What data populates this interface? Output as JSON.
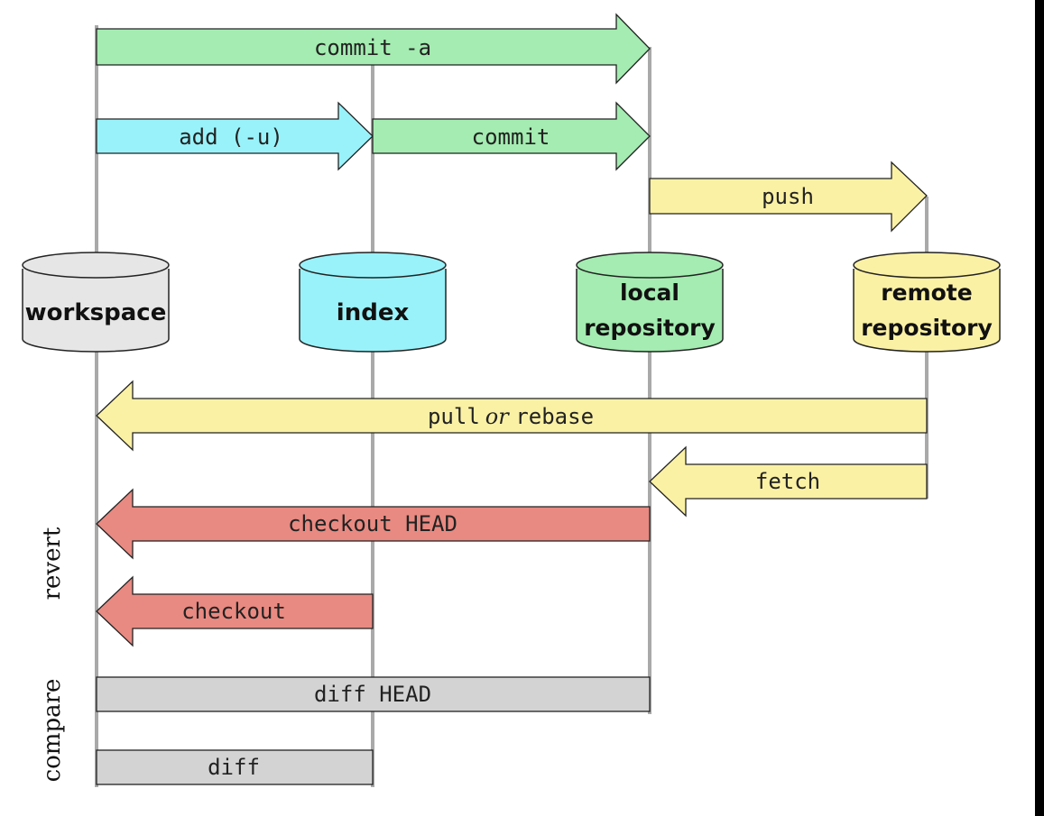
{
  "stores": {
    "workspace": {
      "label_1": "workspace",
      "label_2": "",
      "color": "#e6e6e6"
    },
    "index": {
      "label_1": "index",
      "label_2": "",
      "color": "#99f2fa"
    },
    "local": {
      "label_1": "local",
      "label_2": "repository",
      "color": "#a4ecb1"
    },
    "remote": {
      "label_1": "remote",
      "label_2": "repository",
      "color": "#fbf1a5"
    }
  },
  "operations": {
    "commit_a": "commit -a",
    "add": "add (-u)",
    "commit": "commit",
    "push": "push",
    "pull_1": "pull",
    "pull_or": "or",
    "pull_2": "rebase",
    "fetch": "fetch",
    "checkout_head": "checkout HEAD",
    "checkout": "checkout",
    "diff_head": "diff HEAD",
    "diff": "diff"
  },
  "side_labels": {
    "revert": "revert",
    "compare": "compare"
  },
  "colors": {
    "green": "#a4ecb1",
    "cyan": "#99f2fa",
    "yellow": "#fbf1a5",
    "red": "#e88a82",
    "gray": "#d3d3d3",
    "line": "#a9a9a9"
  }
}
